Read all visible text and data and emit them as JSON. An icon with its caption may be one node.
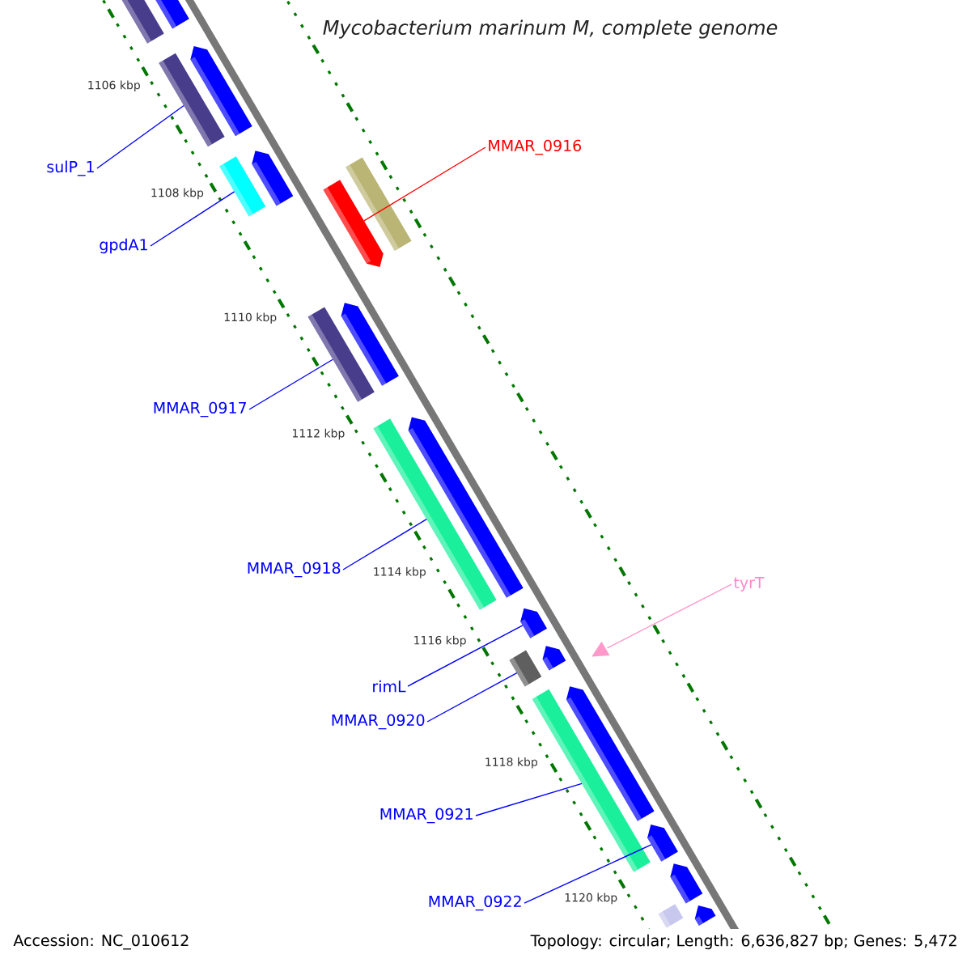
{
  "diagram": {
    "title": "Mycobacterium marinum M, complete genome",
    "nodes": [
      {
        "text": [
          "sulP_1"
        ]
      },
      {
        "text": [
          "gpdA1"
        ]
      },
      {
        "text": [
          "MMAR_0917"
        ]
      },
      {
        "text": [
          "MMAR_0918"
        ]
      },
      {
        "text": [
          "rimL"
        ]
      },
      {
        "text": [
          "MMAR_0920"
        ]
      },
      {
        "text": [
          "MMAR_0921"
        ]
      },
      {
        "text": [
          "MMAR_0922"
        ]
      },
      {
        "text": [
          "MMAR_0916"
        ]
      },
      {
        "text": [
          "tyrT"
        ]
      },
      {
        "text": [],
        "shape": "bar"
      },
      {
        "text": [],
        "shape": "arrow"
      },
      {
        "text": [],
        "shape": "bar"
      },
      {
        "text": [],
        "shape": "arrow"
      },
      {
        "text": [],
        "shape": "bar"
      },
      {
        "text": [],
        "shape": "arrow"
      },
      {
        "text": [],
        "shape": "bar"
      },
      {
        "text": [],
        "shape": "arrow"
      },
      {
        "text": [],
        "shape": "bar"
      },
      {
        "text": [],
        "shape": "arrow"
      },
      {
        "text": [],
        "shape": "bar"
      },
      {
        "text": [],
        "shape": "arrow"
      },
      {
        "text": [],
        "shape": "arrow"
      },
      {
        "text": [],
        "shape": "bar"
      },
      {
        "text": [],
        "shape": "arrow"
      },
      {
        "text": [],
        "shape": "triangle"
      },
      {
        "text": [],
        "shape": "bar"
      },
      {
        "text": [],
        "shape": "arrow"
      },
      {
        "text": [],
        "shape": "arrow"
      },
      {
        "text": [],
        "shape": "arrow"
      },
      {
        "text": [],
        "shape": "bar"
      },
      {
        "text": [],
        "shape": "arrow"
      }
    ],
    "edges": [
      {
        "from": 0,
        "to": 12,
        "arrow": "none"
      },
      {
        "from": 1,
        "to": 14,
        "arrow": "none"
      },
      {
        "from": 2,
        "to": 18,
        "arrow": "none"
      },
      {
        "from": 3,
        "to": 20,
        "arrow": "none"
      },
      {
        "from": 4,
        "to": 22,
        "arrow": "none"
      },
      {
        "from": 5,
        "to": 23,
        "arrow": "none"
      },
      {
        "from": 6,
        "to": 26,
        "arrow": "none"
      },
      {
        "from": 7,
        "to": 28,
        "arrow": "none"
      },
      {
        "from": 8,
        "to": 17,
        "arrow": "none",
        "color": "#ff0000"
      },
      {
        "from": 9,
        "to": 25,
        "arrow": "none",
        "color": "#ff99cc"
      }
    ],
    "labels": [
      "1106 kbp",
      "1108 kbp",
      "1110 kbp",
      "1112 kbp",
      "1114 kbp",
      "1116 kbp",
      "1118 kbp",
      "1120 kbp",
      "Accession: NC_010612",
      "Topology: circular; Length: 6,636,827 bp; Genes: 5,472"
    ]
  }
}
